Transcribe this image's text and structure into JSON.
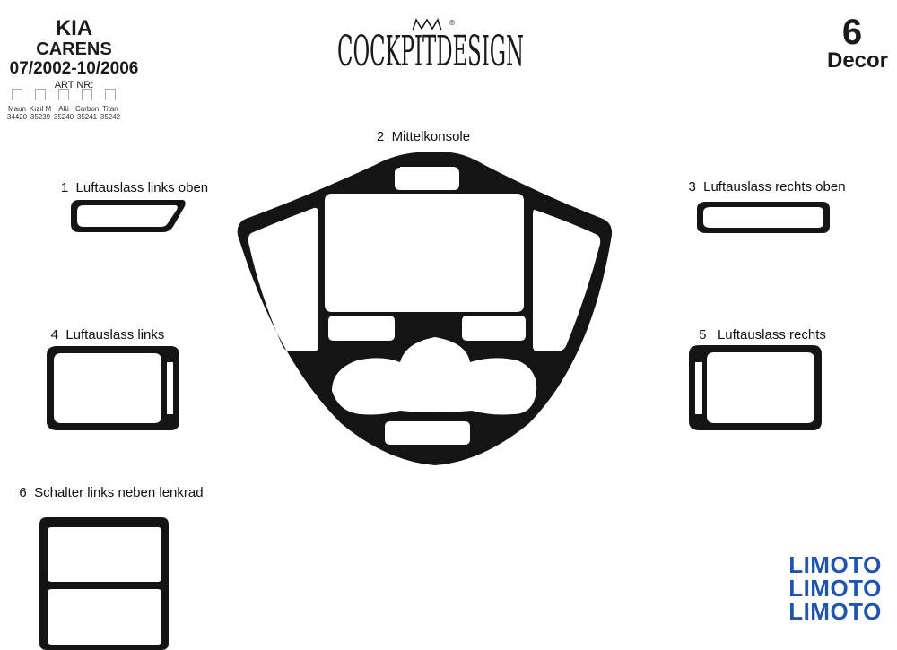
{
  "header": {
    "make": "KIA",
    "model": "CARENS",
    "years": "07/2002-10/2006",
    "art_nr_label": "ART NR:",
    "variants": [
      {
        "name": "Maun",
        "code": "34420"
      },
      {
        "name": "Kızıl M",
        "code": "35239"
      },
      {
        "name": "Alü",
        "code": "35240"
      },
      {
        "name": "Carbon",
        "code": "35241"
      },
      {
        "name": "Titan",
        "code": "35242"
      }
    ]
  },
  "logo": {
    "text": "COCKPITDESIGN",
    "mark": "®"
  },
  "piece_count": {
    "number": "6",
    "label": "Decor"
  },
  "parts": [
    {
      "number": "1",
      "label": "Luftauslass links oben"
    },
    {
      "number": "2",
      "label": "Mittelkonsole"
    },
    {
      "number": "3",
      "label": "Luftauslass rechts oben"
    },
    {
      "number": "4",
      "label": "Luftauslass links"
    },
    {
      "number": "5",
      "label": "Luftauslass rechts"
    },
    {
      "number": "6",
      "label": "Schalter links neben lenkrad"
    }
  ],
  "watermark": {
    "lines": [
      "LIMOTO",
      "LIMOTO",
      "LIMOTO"
    ],
    "color": "#1f55b0"
  },
  "colors": {
    "part_fill": "#141414",
    "cutout": "#ffffff"
  }
}
